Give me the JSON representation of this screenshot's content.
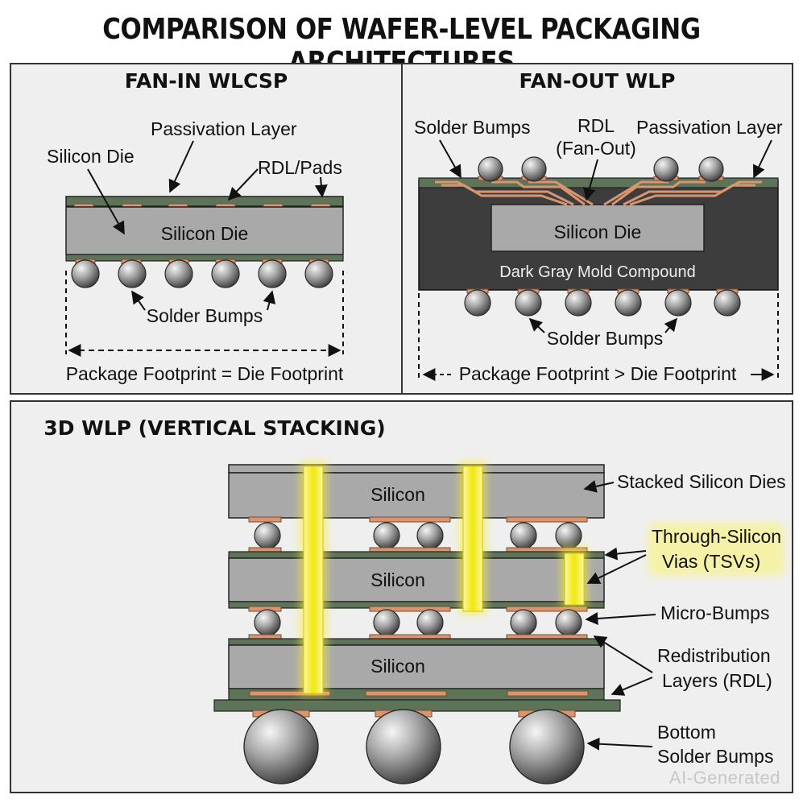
{
  "title": "COMPARISON OF WAFER-LEVEL PACKAGING ARCHITECTURES",
  "panels": {
    "fan_in": {
      "title": "FAN-IN WLCSP",
      "labels": {
        "passivation": "Passivation Layer",
        "silicon_die_callout": "Silicon Die",
        "rdl_pads": "RDL/Pads",
        "die_body": "Silicon Die",
        "solder_bumps": "Solder Bumps",
        "footprint": "Package Footprint = Die Footprint"
      }
    },
    "fan_out": {
      "title": "FAN-OUT WLP",
      "labels": {
        "solder_bumps_top": "Solder Bumps",
        "rdl_line1": "RDL",
        "rdl_line2": "(Fan-Out)",
        "passivation": "Passivation Layer",
        "die_body": "Silicon Die",
        "mold": "Dark Gray Mold Compound",
        "solder_bumps_bottom": "Solder Bumps",
        "footprint": "Package Footprint > Die Footprint"
      }
    },
    "stack_3d": {
      "title": "3D WLP (VERTICAL STACKING)",
      "labels": {
        "die_top": "Silicon",
        "die_mid": "Silicon",
        "die_bottom": "Silicon",
        "stacked": "Stacked Silicon Dies",
        "tsv_line1": "Through-Silicon",
        "tsv_line2": "Vias (TSVs)",
        "micro_bumps": "Micro-Bumps",
        "rdl_line1": "Redistribution",
        "rdl_line2": "Layers (RDL)",
        "bottom_line1": "Bottom",
        "bottom_line2": "Solder Bumps"
      }
    }
  },
  "watermark": "AI-Generated",
  "colors": {
    "silicon": "#a9a9a9",
    "passivation": "#5e7459",
    "copper": "#d9956f",
    "mold": "#3d3d3d",
    "tsv": "#f4ee1c",
    "panel_bg": "#efefef"
  }
}
